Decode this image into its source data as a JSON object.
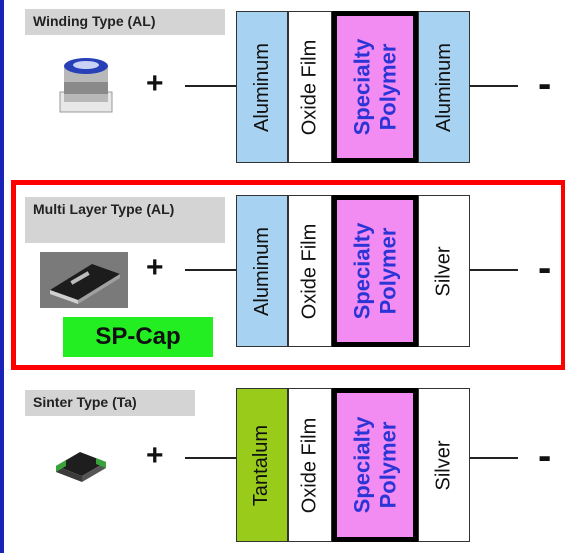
{
  "rows": [
    {
      "label": "Winding Type (AL)",
      "plus": "+",
      "minus": "-",
      "layers": [
        "Aluminum",
        "Oxide Film",
        "Specialty Polymer",
        "Aluminum"
      ]
    },
    {
      "label": "Multi Layer Type (AL)",
      "badge": "SP-Cap",
      "plus": "+",
      "minus": "-",
      "layers": [
        "Aluminum",
        "Oxide Film",
        "Specialty Polymer",
        "Silver"
      ]
    },
    {
      "label": "Sinter Type (Ta)",
      "plus": "+",
      "minus": "-",
      "layers": [
        "Tantalum",
        "Oxide Film",
        "Specialty Polymer",
        "Silver"
      ]
    }
  ],
  "colors": {
    "aluminum": "#a8d2f2",
    "tantalum": "#99cc1a",
    "polymer_fill": "#f28cf2",
    "polymer_text": "#2b35d6",
    "highlight_frame": "#ff0000",
    "badge": "#22ee22",
    "left_rule": "#1a22b8"
  },
  "icons": [
    "winding-capacitor-icon",
    "multilayer-capacitor-icon",
    "sinter-capacitor-icon"
  ]
}
